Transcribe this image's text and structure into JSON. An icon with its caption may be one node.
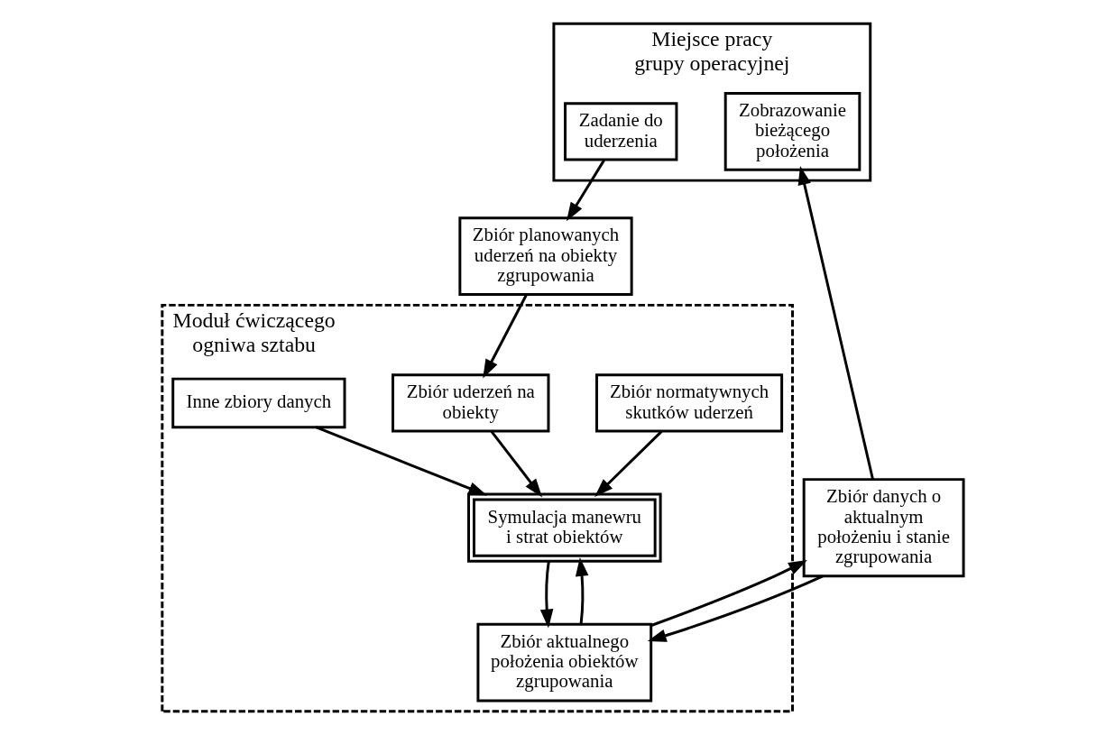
{
  "diagram": {
    "nodes": [
      {
        "text": [
          "Moduł ćwiczącego ogniwa sztabu"
        ]
      },
      {
        "text": [
          "Zbiór normatywnych skutków uderzeń"
        ],
        "in": 0
      },
      {
        "text": [
          "Zbiór uderzeń na obiekty"
        ],
        "in": 0
      },
      {
        "text": [
          "Symulacja manewru i strat obiektów"
        ],
        "in": 0
      },
      {
        "text": [
          "Inne zbiory danych"
        ],
        "in": 0
      },
      {
        "text": [
          "Zbiór aktualnego położenia obiektów zgrupowania"
        ],
        "in": 0
      },
      {
        "text": [
          "Miejsce pracy grupy operacyjnej"
        ]
      },
      {
        "text": [
          "Zadanie do uderzenia"
        ],
        "in": 6
      },
      {
        "text": [
          "Zobrazowanie bieżącego położenia"
        ],
        "in": 6
      },
      {
        "text": [
          "Zbiór planowanych uderzeń na obiekty zgrupowania"
        ]
      },
      {
        "text": [
          "Zbiór danych o aktualnym położeniu i stanie zgrupowania"
        ]
      }
    ],
    "edges": [
      {
        "from": 1,
        "to": 3,
        "arrow": "to"
      },
      {
        "from": 2,
        "to": 3,
        "arrow": "to"
      },
      {
        "from": 4,
        "to": 3,
        "arrow": "to"
      },
      {
        "from": 3,
        "to": 5,
        "arrow": "to"
      },
      {
        "from": 5,
        "to": 3,
        "arrow": "to"
      },
      {
        "from": 7,
        "to": 9,
        "arrow": "to"
      },
      {
        "from": 9,
        "to": 2,
        "arrow": "to"
      },
      {
        "from": 5,
        "to": 10,
        "arrow": "to"
      },
      {
        "from": 10,
        "to": 5,
        "arrow": "to"
      },
      {
        "from": 10,
        "to": 8,
        "arrow": "to"
      }
    ]
  }
}
